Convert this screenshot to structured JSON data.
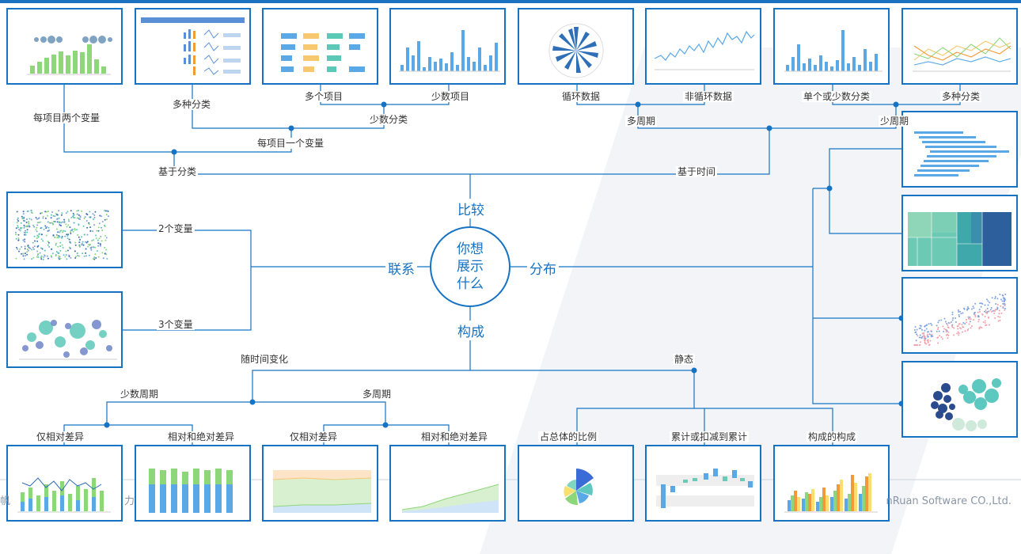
{
  "center": {
    "text": "你想展示什么"
  },
  "branches": {
    "compare": "比较",
    "relation": "联系",
    "distribution": "分布",
    "composition": "构成"
  },
  "compare": {
    "by_category": "基于分类",
    "by_time": "基于时间",
    "two_vars_per_item": "每项目两个变量",
    "one_var_per_item": "每项目一个变量",
    "many_categories": "多种分类",
    "few_categories": "少数分类",
    "many_items": "多个项目",
    "few_items": "少数项目",
    "many_periods": "多周期",
    "few_periods": "少周期",
    "cyclic": "循环数据",
    "non_cyclic": "非循环数据",
    "single_or_few": "单个或少数分类",
    "many_cat_time": "多种分类"
  },
  "relation": {
    "two_vars": "2个变量",
    "three_vars": "3个变量"
  },
  "composition": {
    "over_time": "随时间变化",
    "static": "静态",
    "few_periods": "少数周期",
    "many_periods": "多周期",
    "relative_only_1": "仅相对差异",
    "rel_abs_1": "相对和绝对差异",
    "relative_only_2": "仅相对差异",
    "rel_abs_2": "相对和绝对差异",
    "share_of_total": "占总体的比例",
    "accumulate": "累计或扣减到累计",
    "component_of_component": "构成的构成"
  },
  "footer": {
    "left": "帆",
    "left2": "力",
    "right": "nRuan Software CO.,Ltd."
  },
  "colors": {
    "accent": "#1673c4",
    "green": "#8ed67a",
    "orange": "#f29a38",
    "teal": "#5cc8b8",
    "lightblue": "#5aa9e6"
  }
}
